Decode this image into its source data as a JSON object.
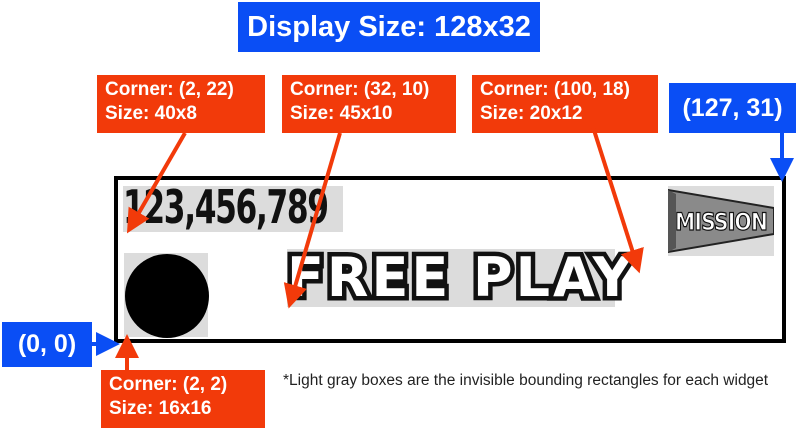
{
  "title": "Display Size: 128x32",
  "corner_top_right": "(127, 31)",
  "origin": "(0, 0)",
  "labels": {
    "score": {
      "corner": "Corner: (2, 22)",
      "size": "Size: 40x8"
    },
    "freeplay": {
      "corner": "Corner: (32, 10)",
      "size": "Size: 45x10"
    },
    "mission": {
      "corner": "Corner: (100, 18)",
      "size": "Size: 20x12"
    },
    "circle": {
      "corner": "Corner: (2, 2)",
      "size": "Size: 16x16"
    }
  },
  "widgets": {
    "score_text": "123,456,789",
    "freeplay_text": "FREE PLAY",
    "mission_text": "MISSION"
  },
  "note": "*Light gray boxes are the invisible bounding rectangles for each widget",
  "colors": {
    "blue": "#0a4ef5",
    "red": "#f23a0a",
    "bbox": "#dcdcdc"
  }
}
